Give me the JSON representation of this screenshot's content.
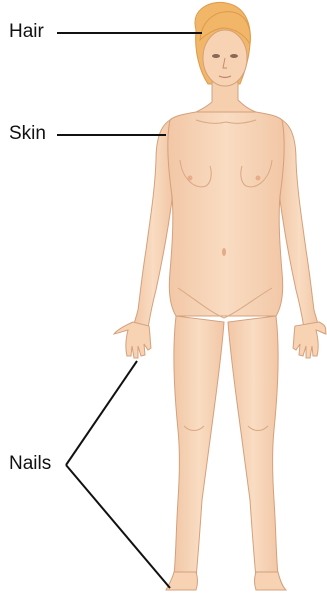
{
  "labels": {
    "hair": "Hair",
    "skin": "Skin",
    "nails": "Nails"
  },
  "colors": {
    "skin": "#f7d3b4",
    "skin_shadow": "#eebd9b",
    "skin_outline": "#d4a07c",
    "hair": "#f1b668",
    "hair_shadow": "#dd9a4c",
    "leader_line": "#111111"
  }
}
